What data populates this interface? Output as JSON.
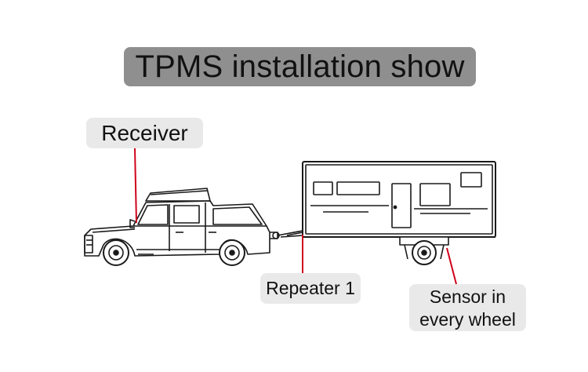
{
  "title": "TPMS installation show",
  "labels": {
    "receiver": "Receiver",
    "repeater": "Repeater 1",
    "sensor_line1": "Sensor in",
    "sensor_line2": "every wheel"
  },
  "colors": {
    "title_bg": "#8f8f8f",
    "label_bg": "#e9e9e9",
    "pointer": "#d0021b",
    "outline": "#1a1a1a"
  },
  "icons": {
    "truck": "pickup-truck-icon",
    "trailer": "camper-trailer-icon"
  }
}
